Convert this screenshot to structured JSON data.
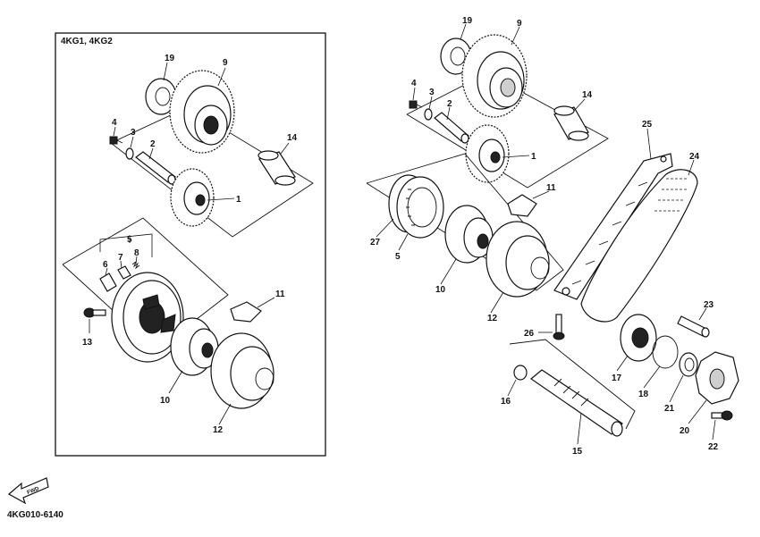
{
  "diagram": {
    "variant_label": "4KG1, 4KG2",
    "drawing_code": "4KG010-6140",
    "front_arrow_text": "FWD",
    "left_callouts": [
      "19",
      "9",
      "4",
      "3",
      "2",
      "14",
      "1",
      "5",
      "7",
      "8",
      "6",
      "11",
      "13",
      "10",
      "12"
    ],
    "right_callouts": [
      "19",
      "9",
      "4",
      "3",
      "2",
      "14",
      "1",
      "11",
      "25",
      "24",
      "27",
      "5",
      "10",
      "12",
      "23",
      "26",
      "17",
      "18",
      "21",
      "16",
      "20",
      "22",
      "15"
    ]
  }
}
